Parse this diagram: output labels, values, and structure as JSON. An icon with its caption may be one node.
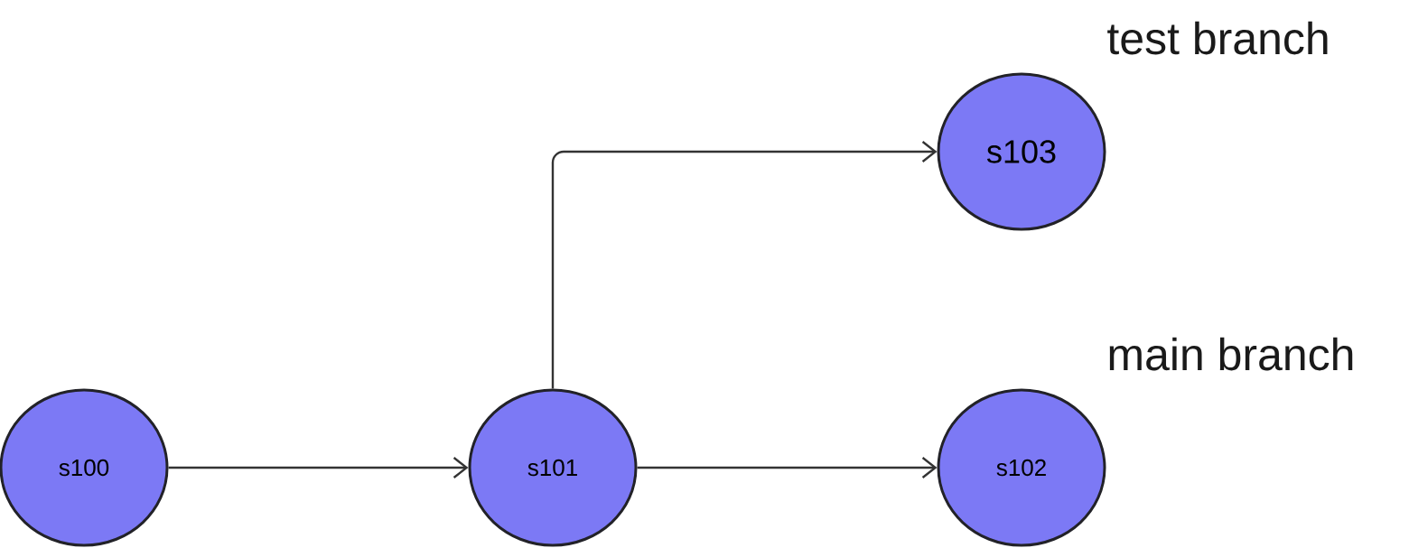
{
  "diagram": {
    "nodes": [
      {
        "text": [
          "s100"
        ]
      },
      {
        "text": [
          "s101"
        ]
      },
      {
        "text": [
          "s102"
        ]
      },
      {
        "text": [
          "s103"
        ]
      }
    ],
    "edges": [
      {
        "from": 0,
        "to": 1,
        "arrow": "to"
      },
      {
        "from": 1,
        "to": 2,
        "arrow": "to"
      },
      {
        "from": 1,
        "to": 3,
        "arrow": "to"
      }
    ],
    "labels": [
      "test branch",
      "main branch"
    ]
  }
}
